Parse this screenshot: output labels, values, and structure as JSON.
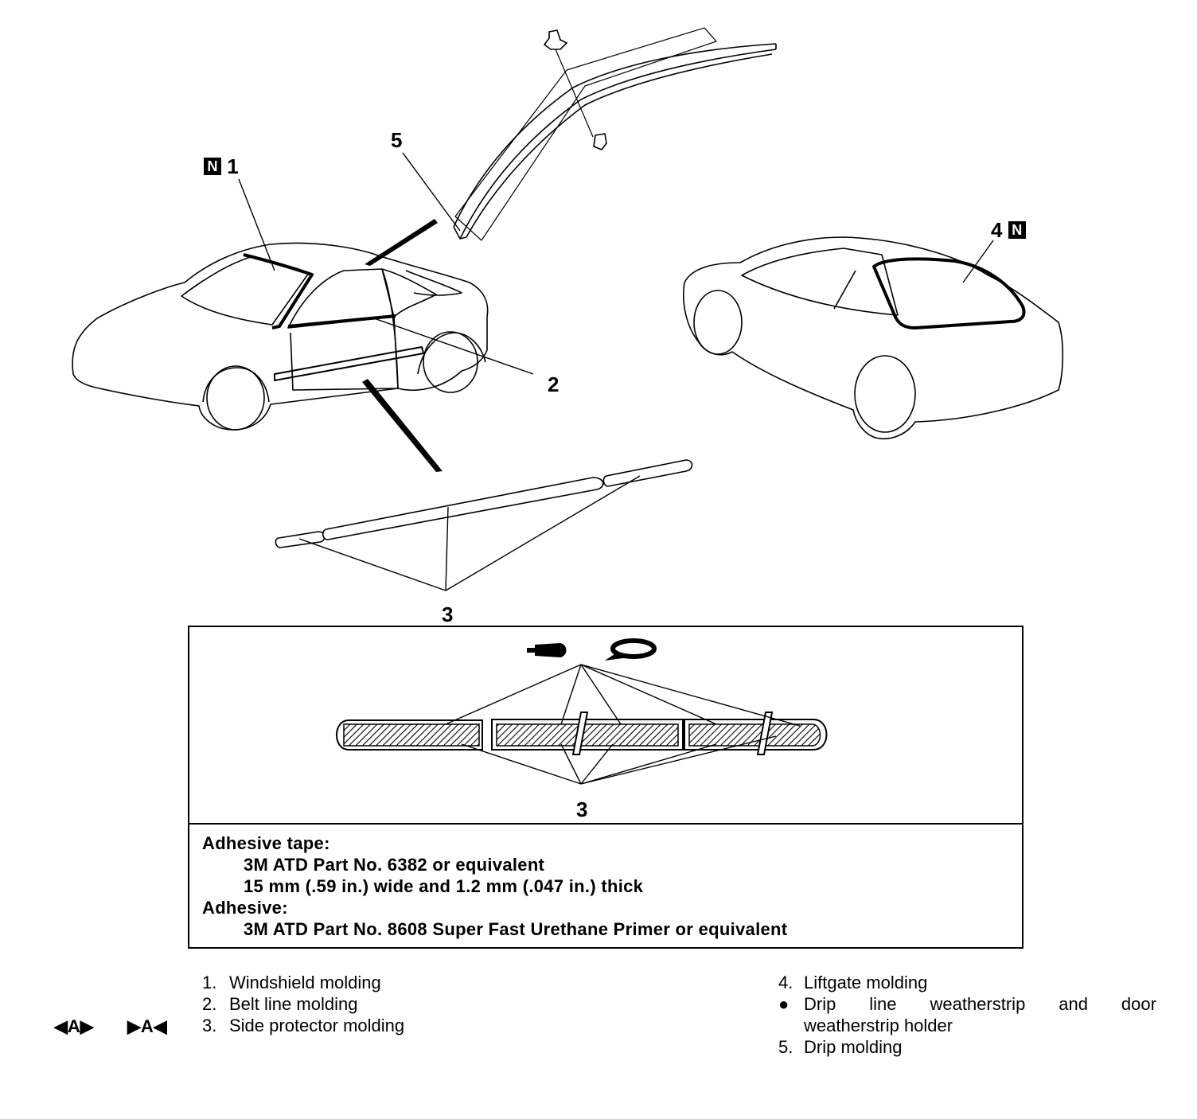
{
  "callouts": {
    "c1": "1",
    "c2": "2",
    "c3_top": "3",
    "c3_box": "3",
    "c4": "4",
    "c5": "5",
    "n_badge_1": "N",
    "n_badge_4": "N"
  },
  "spec": {
    "adhesive_tape_heading": "Adhesive tape:",
    "tape_part": "3M ATD Part No. 6382 or equivalent",
    "tape_dimensions": "15 mm (.59 in.) wide and 1.2 mm (.047 in.) thick",
    "adhesive_heading": "Adhesive:",
    "adhesive_part": "3M ATD Part No. 8608 Super Fast Urethane Primer or equivalent"
  },
  "legend_left": [
    {
      "num": "1.",
      "label": "Windshield molding"
    },
    {
      "num": "2.",
      "label": "Belt line molding"
    },
    {
      "num": "3.",
      "label": "Side protector molding"
    }
  ],
  "legend_right": {
    "item4_num": "4.",
    "item4_label": "Liftgate molding",
    "bullet_line1": [
      "Drip",
      "line",
      "weatherstrip",
      "and",
      "door"
    ],
    "bullet_line2": "weatherstrip holder",
    "item5_num": "5.",
    "item5_label": "Drip molding"
  },
  "markers": {
    "removal_mark": "◀A▶",
    "install_mark": "▶A◀"
  }
}
